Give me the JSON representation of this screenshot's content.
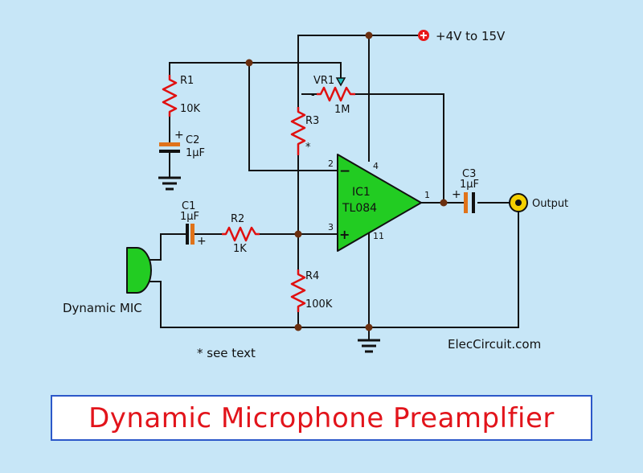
{
  "title": "Dynamic Microphone Preamplfier",
  "supply_label": "+4V to 15V",
  "site_label": "ElecCircuit.com",
  "footnote": "* see text",
  "output_label": "Output",
  "mic_label": "Dynamic MIC",
  "ic": {
    "name": "IC1",
    "part": "TL084",
    "pin1": "1",
    "pin2": "2",
    "pin3": "3",
    "pin4": "4",
    "pin11": "11",
    "minus": "−",
    "plus": "+"
  },
  "components": {
    "r1": {
      "name": "R1",
      "value": "10K"
    },
    "r2": {
      "name": "R2",
      "value": "1K"
    },
    "r3": {
      "name": "R3",
      "value": "*"
    },
    "r4": {
      "name": "R4",
      "value": "100K"
    },
    "vr1": {
      "name": "VR1",
      "value": "1M",
      "sign": "-"
    },
    "c1": {
      "name": "C1",
      "value": "1μF",
      "sign": "+"
    },
    "c2": {
      "name": "C2",
      "value": "1μF",
      "sign": "+"
    },
    "c3": {
      "name": "C3",
      "value": "1μF",
      "sign": "+"
    }
  },
  "colors": {
    "wire": "#111111",
    "resistor": "#e01010",
    "cap_plate": "#e0731a",
    "opamp": "#22cc22",
    "supply_dot": "#e81818",
    "output_jack": "#f5d000",
    "title": "#e2141b",
    "title_border": "#2c58c9",
    "background": "#c7e6f7"
  }
}
